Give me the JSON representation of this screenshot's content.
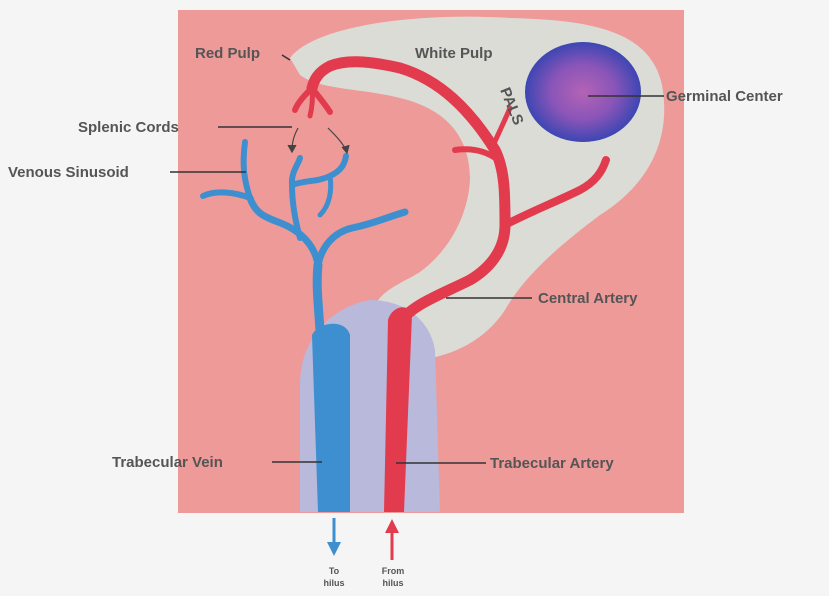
{
  "colors": {
    "background": "#f5f5f5",
    "red_pulp": "#ee9a98",
    "white_pulp": "#dcdcd6",
    "trabecula": "#b9b9dc",
    "artery": "#e23b4e",
    "vein": "#3d8fcf",
    "germinal_outer": "#3d46b3",
    "germinal_inner": "#a65bb4",
    "label_text": "#555555"
  },
  "labels": {
    "red_pulp": "Red Pulp",
    "white_pulp": "White Pulp",
    "pals": "PALS",
    "germinal_center": "Germinal Center",
    "splenic_cords": "Splenic Cords",
    "venous_sinusoid": "Venous Sinusoid",
    "central_artery": "Central Artery",
    "trabecular_vein": "Trabecular Vein",
    "trabecular_artery": "Trabecular Artery",
    "to_hilus_line1": "To",
    "to_hilus_line2": "hilus",
    "from_hilus_line1": "From",
    "from_hilus_line2": "hilus"
  }
}
